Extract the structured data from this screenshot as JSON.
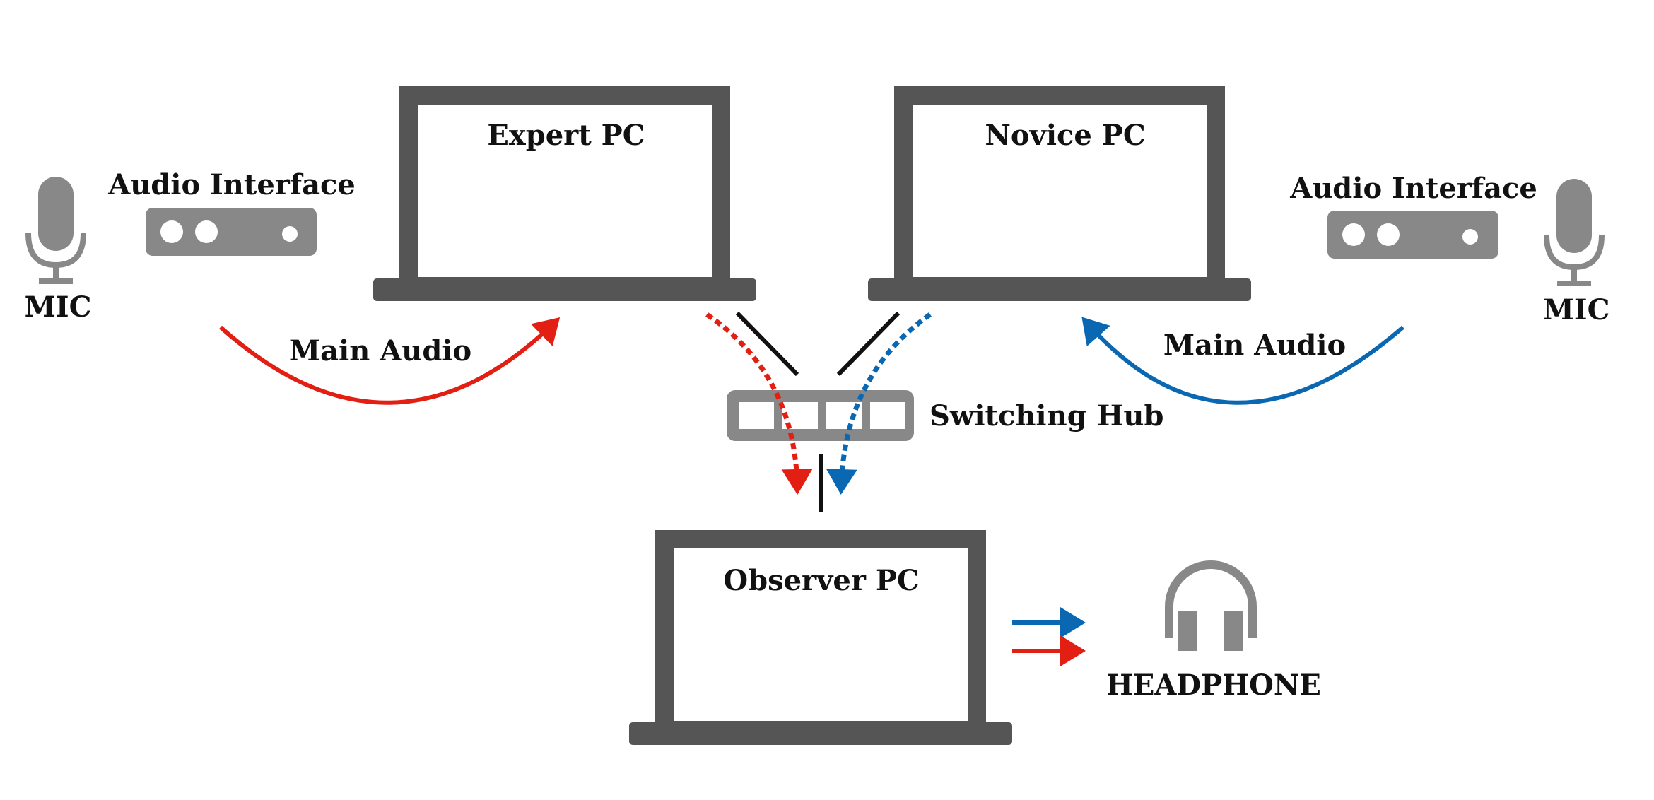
{
  "nodes": {
    "expert_pc": {
      "label": "Expert PC"
    },
    "novice_pc": {
      "label": "Novice PC"
    },
    "observer_pc": {
      "label": "Observer PC"
    },
    "audio_interface_left": {
      "label": "Audio Interface"
    },
    "audio_interface_right": {
      "label": "Audio Interface"
    },
    "mic_left": {
      "label": "MIC"
    },
    "mic_right": {
      "label": "MIC"
    },
    "switching_hub": {
      "label": "Switching Hub"
    },
    "headphone": {
      "label": "HEADPHONE"
    }
  },
  "edges": {
    "main_audio_left": {
      "label": "Main Audio",
      "color": "#e21f12"
    },
    "main_audio_right": {
      "label": "Main Audio",
      "color": "#0a68b3"
    }
  },
  "colors": {
    "device_dark": "#555555",
    "device_gray": "#888888",
    "cable": "#111111",
    "expert_audio": "#e21f12",
    "novice_audio": "#0a68b3"
  },
  "icons": {
    "mic": "microphone-icon",
    "audio_interface": "audio-interface-icon",
    "laptop": "laptop-icon",
    "hub": "switching-hub-icon",
    "headphone": "headphone-icon"
  }
}
